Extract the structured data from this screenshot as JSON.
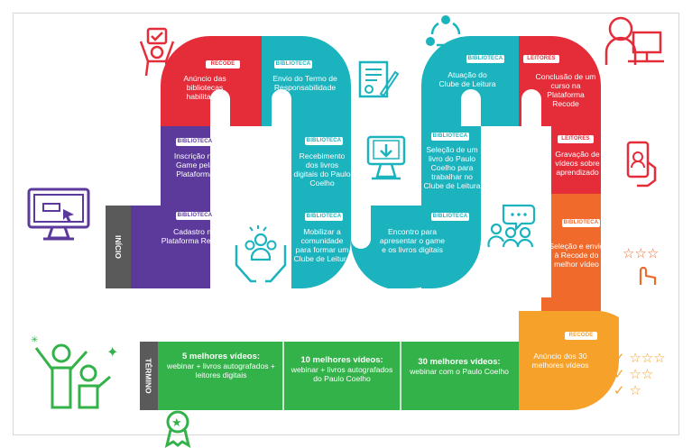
{
  "labels": {
    "start": "INÍCIO",
    "end": "TÉRMINO"
  },
  "colors": {
    "purple": "#5b3a9b",
    "teal": "#1bb3be",
    "red": "#e52d3a",
    "orange": "#f06a2c",
    "amber": "#f6a12a",
    "green": "#34b24a",
    "gray": "#5a5a5a"
  },
  "steps": [
    {
      "tag": "BIBLIOTECA",
      "text": "Cadastro na Plataforma Recode"
    },
    {
      "tag": "BIBLIOTECA",
      "text": "Inscrição no Game pela Plataforma"
    },
    {
      "tag": "RECODE",
      "text": "Anúncio das bibliotecas habilitadas"
    },
    {
      "tag": "BIBLIOTECA",
      "text": "Envio do Termo de Responsabilidade"
    },
    {
      "tag": "BIBLIOTECA",
      "text": "Recebimento dos livros digitais do Paulo Coelho"
    },
    {
      "tag": "BIBLIOTECA",
      "text": "Mobilizar a comunidade para formar um Clube de Leitura"
    },
    {
      "tag": "BIBLIOTECA",
      "text": "Encontro para apresentar o game e os livros digitais"
    },
    {
      "tag": "BIBLIOTECA",
      "text": "Seleção de um livro do Paulo Coelho para trabalhar no Clube de Leitura"
    },
    {
      "tag": "BIBLIOTECA",
      "text": "Atuação do Clube de Leitura"
    },
    {
      "tag": "LEITORES",
      "text": "Conclusão de um curso na Plataforma Recode"
    },
    {
      "tag": "LEITORES",
      "text": "Gravação de vídeos sobre aprendizado"
    },
    {
      "tag": "BIBLIOTECA",
      "text": "Seleção e envio à Recode do melhor vídeo"
    },
    {
      "tag": "RECODE",
      "text": "Anúncio dos 30 melhores vídeos"
    }
  ],
  "prizes": [
    {
      "title": "30 melhores vídeos:",
      "text": "webinar com o Paulo Coelho"
    },
    {
      "title": "10 melhores vídeos:",
      "text": "webinar + livros autografados do Paulo Coelho"
    },
    {
      "title": "5 melhores vídeos:",
      "text": "webinar + livros autografados + leitores digitais"
    }
  ]
}
